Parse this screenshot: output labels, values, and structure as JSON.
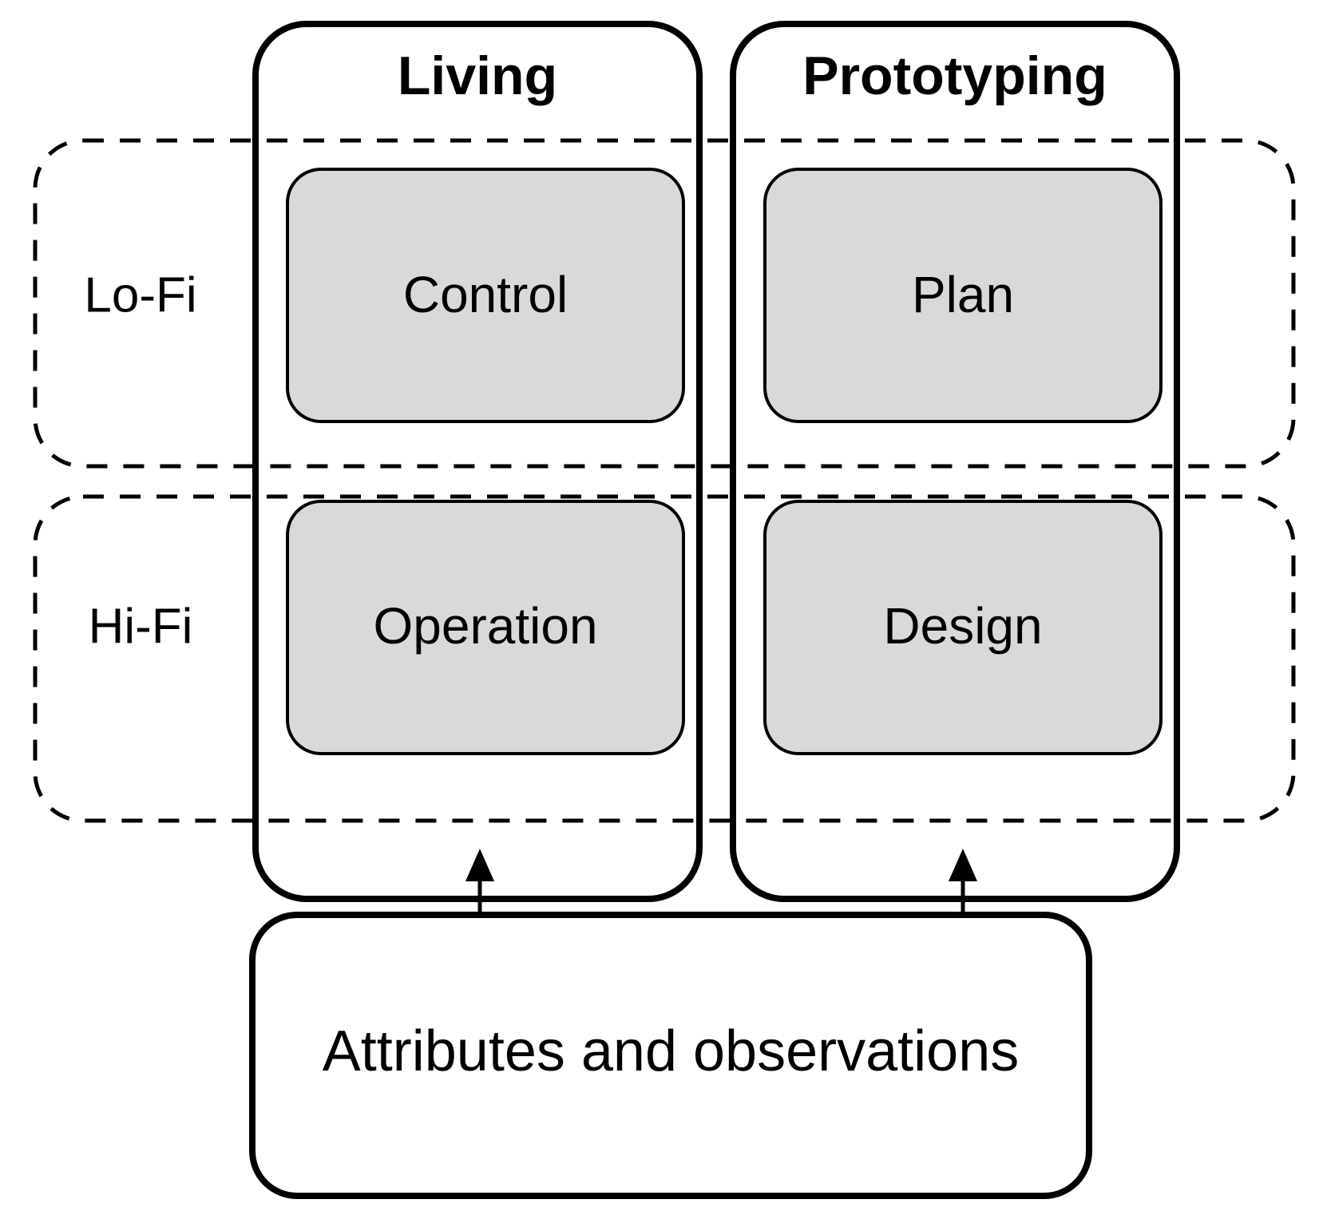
{
  "diagram": {
    "title_columns": [
      {
        "id": "living",
        "label": "Living"
      },
      {
        "id": "prototyping",
        "label": "Prototyping"
      }
    ],
    "row_labels": [
      {
        "id": "lofi",
        "label": "Lo-Fi"
      },
      {
        "id": "hifi",
        "label": "Hi-Fi"
      }
    ],
    "cells": [
      {
        "id": "control",
        "label": "Control",
        "row": "Lo-Fi",
        "column": "Living"
      },
      {
        "id": "plan",
        "label": "Plan",
        "row": "Lo-Fi",
        "column": "Prototyping"
      },
      {
        "id": "operation",
        "label": "Operation",
        "row": "Hi-Fi",
        "column": "Living"
      },
      {
        "id": "design",
        "label": "Design",
        "row": "Hi-Fi",
        "column": "Prototyping"
      }
    ],
    "footer": {
      "id": "attributes-observations",
      "label": "Attributes and observations"
    },
    "connectors": [
      {
        "id": "arrow-to-living",
        "from": "Attributes and observations",
        "to": "Living"
      },
      {
        "id": "arrow-to-prototyping",
        "from": "Attributes and observations",
        "to": "Prototyping"
      }
    ],
    "colors": {
      "cell_fill": "#d9d9d9",
      "stroke": "#000000",
      "background": "#ffffff"
    }
  }
}
